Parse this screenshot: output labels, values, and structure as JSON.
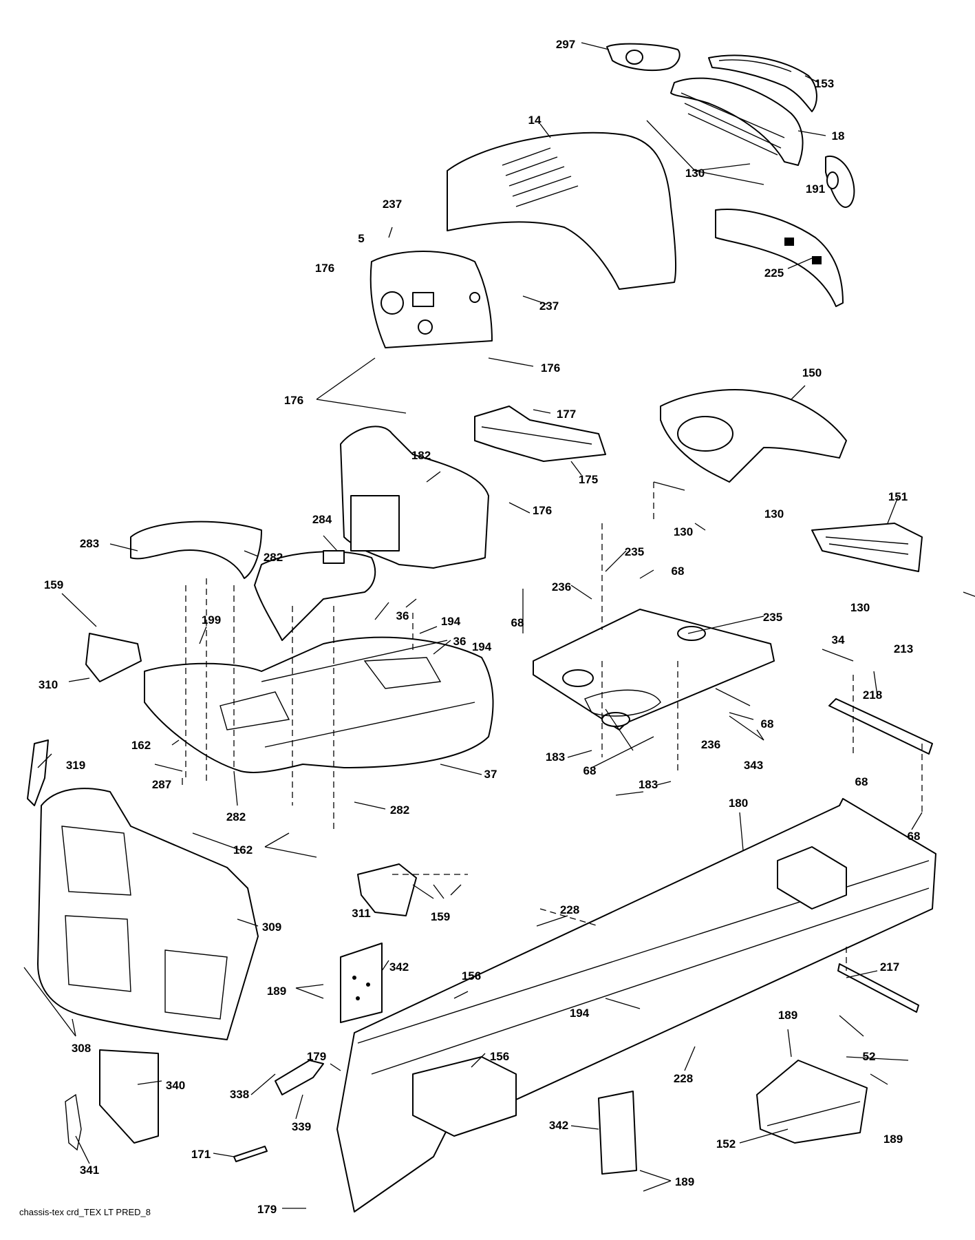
{
  "caption": "chassis-tex crd_TEX LT PRED_8",
  "callouts": [
    "297",
    "153",
    "14",
    "18",
    "130",
    "191",
    "237",
    "5",
    "176",
    "237",
    "225",
    "176",
    "176",
    "177",
    "150",
    "182",
    "175",
    "176",
    "130",
    "130",
    "151",
    "283",
    "284",
    "282",
    "130",
    "235",
    "68",
    "159",
    "236",
    "36",
    "194",
    "68",
    "36",
    "194",
    "235",
    "34",
    "213",
    "199",
    "218",
    "310",
    "162",
    "68",
    "236",
    "343",
    "68",
    "319",
    "183",
    "68",
    "183",
    "68",
    "287",
    "282",
    "282",
    "37",
    "180",
    "162",
    "68",
    "309",
    "311",
    "159",
    "228",
    "342",
    "217",
    "189",
    "156",
    "194",
    "189",
    "52",
    "308",
    "179",
    "156",
    "228",
    "340",
    "338",
    "342",
    "189",
    "339",
    "171",
    "152",
    "341",
    "179",
    "189"
  ]
}
